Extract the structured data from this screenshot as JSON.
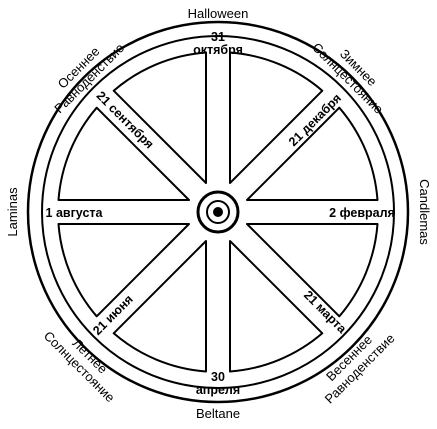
{
  "outer_labels": {
    "top": "Halloween",
    "bottom": "Beltane",
    "left": "Laminas",
    "right": "Candlemas",
    "top_left_1": "Осеннее",
    "top_left_2": "Равноденствие",
    "top_right_1": "Зимнее",
    "top_right_2": "Солнцестояние",
    "bottom_left_1": "Летнее",
    "bottom_left_2": "Солнцестояние",
    "bottom_right_1": "Весеннее",
    "bottom_right_2": "Равноденствие"
  },
  "date_labels": {
    "top_1": "31",
    "top_2": "октября",
    "bottom_1": "30",
    "bottom_2": "апреля",
    "left": "1 августа",
    "right": "2 февраля",
    "upper_left": "21 сентября",
    "upper_right": "21 декабря",
    "lower_left": "21 июня",
    "lower_right": "21 марта"
  }
}
